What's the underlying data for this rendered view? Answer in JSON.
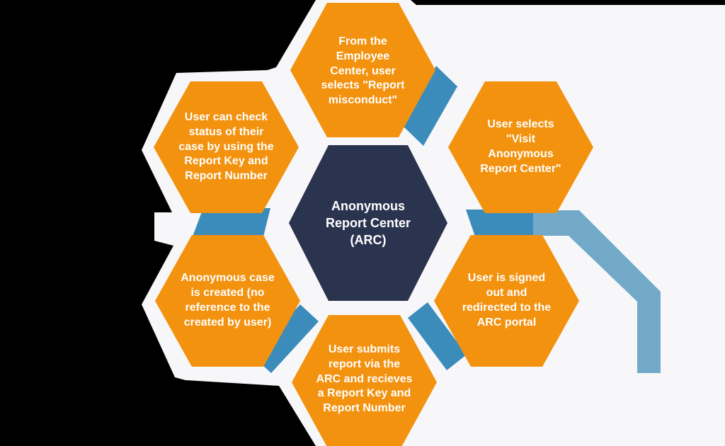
{
  "diagram": {
    "type": "hexagon-cycle",
    "center": {
      "label": "Anonymous\nReport Center\n(ARC)"
    },
    "steps": [
      {
        "id": "top",
        "label": "From the\nEmployee\nCenter, user\nselects \"Report\nmisconduct\""
      },
      {
        "id": "top-right",
        "label": "User selects\n\"Visit\nAnonymous\nReport Center\""
      },
      {
        "id": "bottom-right",
        "label": "User is signed\nout and\nredirected to the\nARC portal"
      },
      {
        "id": "bottom",
        "label": "User submits\nreport via the\nARC and recieves\na Report Key and\nReport Number"
      },
      {
        "id": "bottom-left",
        "label": "Anonymous case\nis created (no\nreference to the\ncreated by user)"
      },
      {
        "id": "top-left",
        "label": "User can check\nstatus of their\ncase by using the\nReport Key and\nReport Number"
      }
    ],
    "colors": {
      "hexagon_orange": "#F3920E",
      "center_navy": "#2B344F",
      "connector_blue": "#3C8CBB",
      "exit_arrow_blue": "#72A9C9",
      "background_visible": "#F7F7F9",
      "background_transparent": "#000000",
      "text": "#FFFFFF"
    }
  }
}
